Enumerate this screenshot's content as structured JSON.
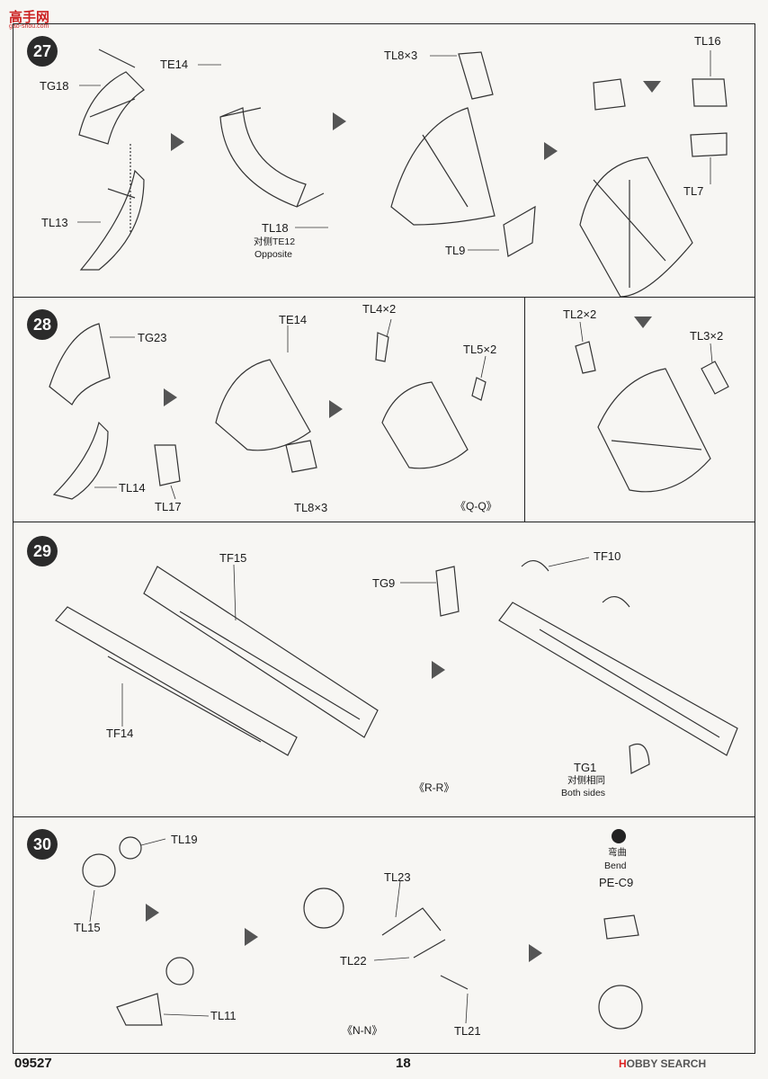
{
  "watermark": {
    "text": "高手网",
    "url": "gao-shou.com"
  },
  "footer": {
    "code": "09527",
    "page": "18",
    "brand_prefix": "H",
    "brand_rest": "OBBY SEARCH"
  },
  "steps": [
    {
      "number": "27",
      "labels": {
        "tg18": "TG18",
        "tl13": "TL13",
        "te14": "TE14",
        "tl18": "TL18",
        "tl18_note_cn": "对侧TE12",
        "tl18_note_en": "Opposite",
        "tl8x3": "TL8×3",
        "tl9": "TL9",
        "tl16": "TL16",
        "tl7": "TL7"
      }
    },
    {
      "number": "28",
      "labels": {
        "tg23": "TG23",
        "tl14": "TL14",
        "te14": "TE14",
        "tl17": "TL17",
        "tl8x3": "TL8×3",
        "tl4x2": "TL4×2",
        "tl5x2": "TL5×2",
        "view": "《Q-Q》",
        "tl2x2": "TL2×2",
        "tl3x2": "TL3×2"
      }
    },
    {
      "number": "29",
      "labels": {
        "tf15": "TF15",
        "tf14": "TF14",
        "view": "《R-R》",
        "tg9": "TG9",
        "tf10": "TF10",
        "tg1": "TG1",
        "tg1_note_cn": "对侧相同",
        "tg1_note_en": "Both sides"
      }
    },
    {
      "number": "30",
      "labels": {
        "tl19": "TL19",
        "tl15": "TL15",
        "tl11": "TL11",
        "tl23": "TL23",
        "tl22": "TL22",
        "tl21": "TL21",
        "view": "《N-N》",
        "bend_cn": "弯曲",
        "bend_en": "Bend",
        "pe": "PE-C9"
      }
    }
  ]
}
